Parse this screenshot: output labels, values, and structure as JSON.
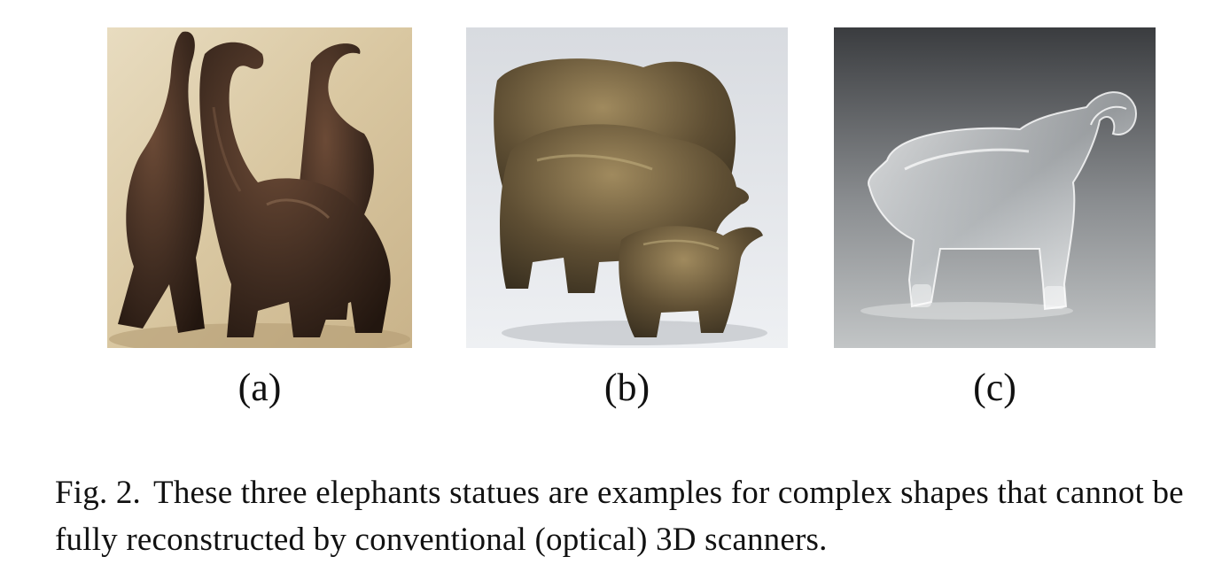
{
  "figure": {
    "panels": [
      {
        "label": "(a)",
        "subject": "bronze-elephant-trio-trunks-raised"
      },
      {
        "label": "(b)",
        "subject": "bronze-elephant-family-group"
      },
      {
        "label": "(c)",
        "subject": "glass-elephant-figurine"
      }
    ],
    "caption_number": "Fig. 2.",
    "caption_text": "These three elephants statues are examples for complex shapes that cannot be fully reconstructed by conventional (optical) 3D scanners."
  }
}
